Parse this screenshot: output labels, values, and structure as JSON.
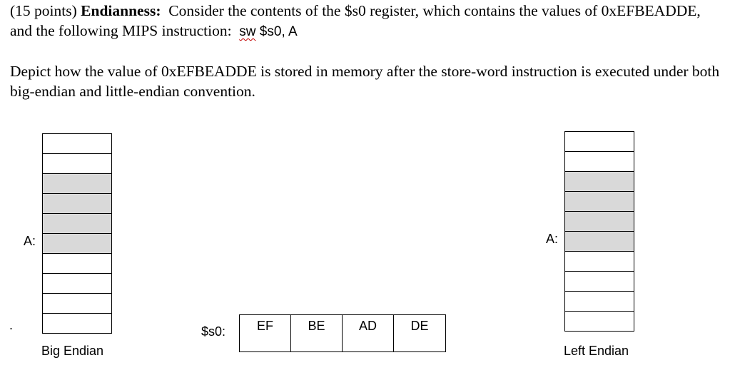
{
  "question": {
    "points": "(15 points)",
    "topic": "Endianness",
    "intro_a": "Consider the contents of the $s0 register, which contains the values of 0xEFBEADDE, and the following MIPS instruction:",
    "instruction": "sw $s0, A",
    "instruction_op": "sw",
    "instruction_args": " $s0, A",
    "task": "Depict how the value of 0xEFBEADDE is stored in memory after the store-word instruction is executed under both big-endian and little-endian convention."
  },
  "big_endian": {
    "address_label": "A:",
    "caption": "Big Endian",
    "cells": [
      false,
      false,
      true,
      true,
      true,
      true,
      false,
      false,
      false,
      false
    ]
  },
  "little_endian": {
    "address_label": "A:",
    "caption": "Left Endian",
    "cells": [
      false,
      false,
      true,
      true,
      true,
      true,
      false,
      false,
      false,
      false
    ]
  },
  "register": {
    "label": "$s0:",
    "bytes": [
      "EF",
      "BE",
      "AD",
      "DE"
    ]
  },
  "stray_mark": "."
}
